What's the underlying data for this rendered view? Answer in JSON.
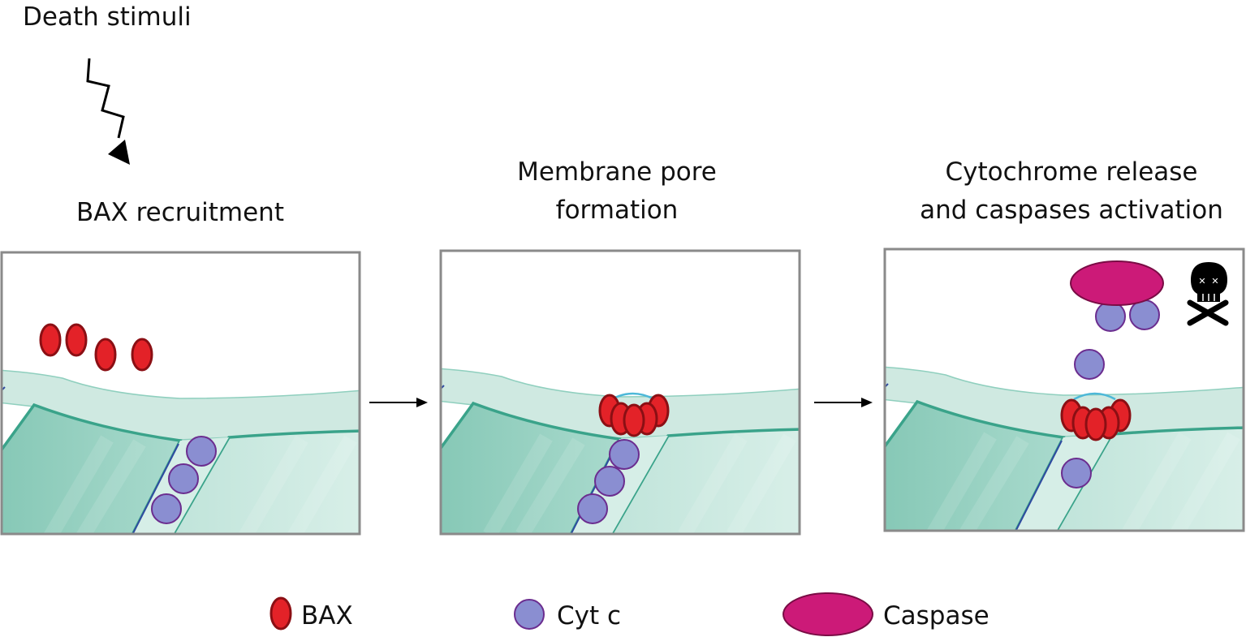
{
  "labels": {
    "death_stimuli": "Death stimuli",
    "panel1_title": "BAX recruitment",
    "panel2_title_line1": "Membrane pore",
    "panel2_title_line2": "formation",
    "panel3_title_line1": "Cytochrome release",
    "panel3_title_line2": "and caspases activation"
  },
  "legend": {
    "bax": "BAX",
    "cytc": "Cyt c",
    "caspase": "Caspase"
  },
  "colors": {
    "bax_fill": "#e32228",
    "bax_stroke": "#8b0f14",
    "cytc_fill": "#8a8ed1",
    "cytc_stroke": "#6b2d8f",
    "caspase_fill": "#cc1a78",
    "caspase_stroke": "#7a0c45",
    "membrane_outer": "#cfe9e1",
    "membrane_edge": "#3aa38a",
    "matrix_dark": "#93cfbf",
    "matrix_light": "#c6e7de",
    "pore_ring": "#4db8d8"
  },
  "icons": {
    "stimulus_arrow": "lightning-arrow-icon",
    "step_arrow": "right-arrow-icon",
    "death": "skull-crossbones-icon"
  }
}
